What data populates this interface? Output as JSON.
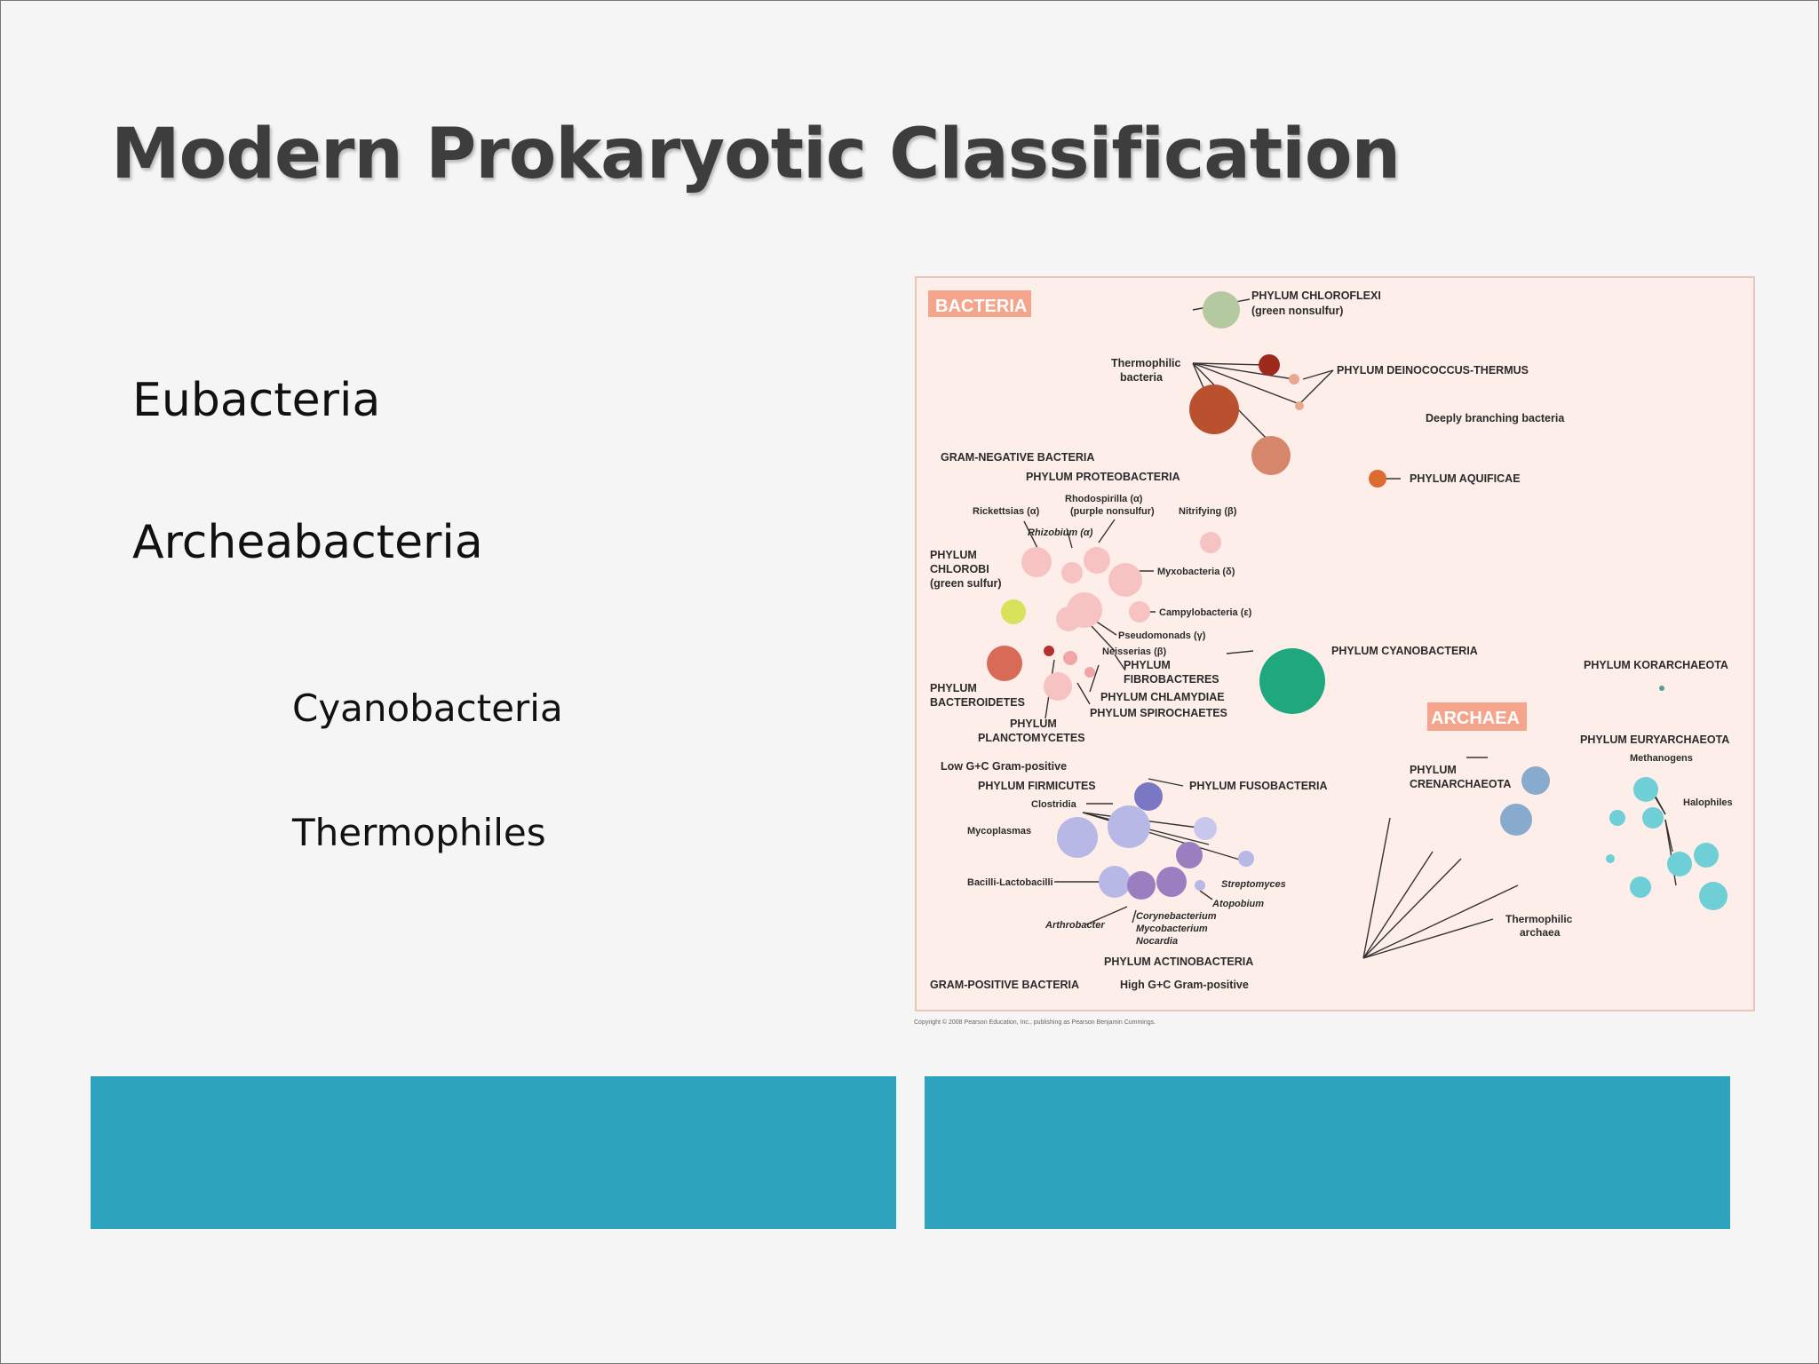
{
  "slide": {
    "title": "Modern Prokaryotic Classification",
    "bullets": [
      "Eubacteria",
      "Archeabacteria"
    ],
    "sub_bullets": [
      "Cyanobacteria",
      "Thermophiles"
    ]
  },
  "figure": {
    "bacteria_tag": "BACTERIA",
    "archaea_tag": "ARCHAEA",
    "copyright": "Copyright © 2008 Pearson Education, Inc., publishing as Pearson Benjamin Cummings.",
    "labels": {
      "chloroflexi_1": "PHYLUM CHLOROFLEXI",
      "chloroflexi_2": "(green nonsulfur)",
      "thermophilic_bacteria_1": "Thermophilic",
      "thermophilic_bacteria_2": "bacteria",
      "deinococcus": "PHYLUM DEINOCOCCUS-THERMUS",
      "deeply_branching": "Deeply branching bacteria",
      "gram_negative": "GRAM-NEGATIVE BACTERIA",
      "proteobacteria": "PHYLUM PROTEOBACTERIA",
      "aquificae": "PHYLUM AQUIFICAE",
      "rhodospirilla_1": "Rhodospirilla (α)",
      "rhodospirilla_2": "(purple nonsulfur)",
      "rickettsias": "Rickettsias (α)",
      "nitrifying": "Nitrifying (β)",
      "rhizobium": "Rhizobium (α)",
      "chlorobi_1": "PHYLUM",
      "chlorobi_2": "CHLOROBI",
      "chlorobi_3": "(green sulfur)",
      "myxobacteria": "Myxobacteria (δ)",
      "campylobacteria": "Campylobacteria (ε)",
      "pseudomonads": "Pseudomonads (γ)",
      "neisserias": "Neisserias (β)",
      "fibrobacteres_1": "PHYLUM",
      "fibrobacteres_2": "FIBROBACTERES",
      "chlamydiae": "PHYLUM CHLAMYDIAE",
      "spirochaetes": "PHYLUM SPIROCHAETES",
      "bacteroidetes_1": "PHYLUM",
      "bacteroidetes_2": "BACTEROIDETES",
      "planctomycetes_1": "PHYLUM",
      "planctomycetes_2": "PLANCTOMYCETES",
      "cyanobacteria": "PHYLUM CYANOBACTERIA",
      "korarchaeota": "PHYLUM KORARCHAEOTA",
      "euryarchaeota": "PHYLUM EURYARCHAEOTA",
      "methanogens": "Methanogens",
      "halophiles": "Halophiles",
      "crenarchaeota_1": "PHYLUM",
      "crenarchaeota_2": "CRENARCHAEOTA",
      "thermophilic_archaea_1": "Thermophilic",
      "thermophilic_archaea_2": "archaea",
      "low_gc": "Low G+C Gram-positive",
      "firmicutes": "PHYLUM FIRMICUTES",
      "fusobacteria": "PHYLUM FUSOBACTERIA",
      "clostridia": "Clostridia",
      "mycoplasmas": "Mycoplasmas",
      "bacilli": "Bacilli-Lactobacilli",
      "streptomyces": "Streptomyces",
      "atopobium": "Atopobium",
      "arthrobacter": "Arthrobacter",
      "corynebacterium": "Corynebacterium",
      "mycobacterium": "Mycobacterium",
      "nocardia": "Nocardia",
      "actinobacteria": "PHYLUM ACTINOBACTERIA",
      "gram_positive": "GRAM-POSITIVE BACTERIA",
      "high_gc": "High G+C Gram-positive"
    }
  },
  "colors": {
    "accent_bar": "#2ea3bd",
    "figure_bg": "#fdeee9",
    "tag_bg": "#f4a58c"
  }
}
